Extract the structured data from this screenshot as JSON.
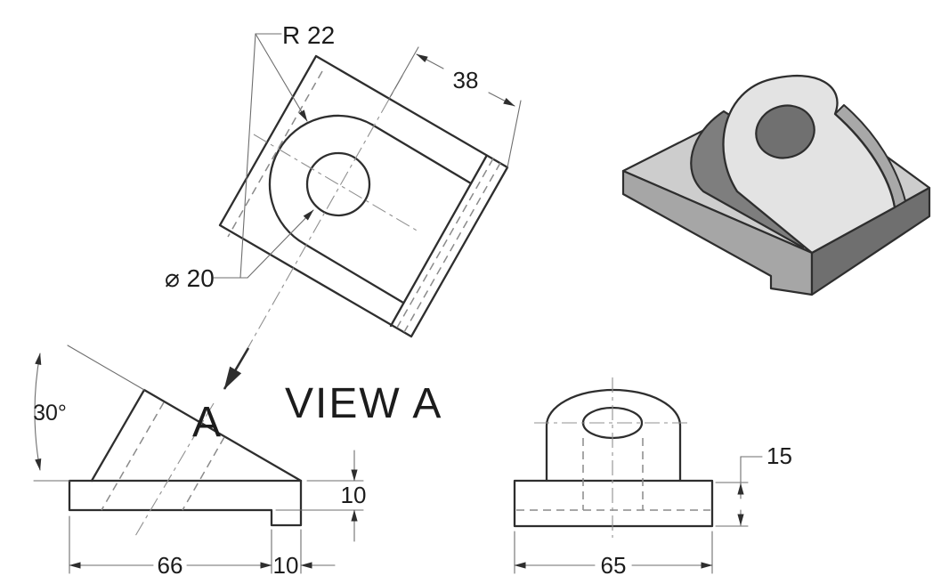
{
  "colors": {
    "background": "#ffffff",
    "outline": "#2e2e2e",
    "thin": "#6e6e6e",
    "hidden": "#8a8a8a",
    "center": "#909090",
    "text": "#1c1c1c",
    "iso_top": "#cdcdcd",
    "iso_left": "#a6a6a6",
    "iso_front": "#6f6f6f",
    "iso_side": "#7e7e7e",
    "iso_sliver": "#a8a8a8",
    "iso_face": "#e3e3e3",
    "iso_hole": "#707070"
  },
  "auxiliary_view": {
    "labels": {
      "radius": "R 22",
      "width": "38",
      "diameter": "⌀ 20"
    }
  },
  "front_view": {
    "labels": {
      "angle": "30°",
      "view_arrow": "A",
      "caption": "VIEW A",
      "base_length": "66",
      "step_width": "10",
      "base_thickness": "10"
    }
  },
  "end_view": {
    "labels": {
      "base_width": "65",
      "base_height": "15"
    }
  }
}
